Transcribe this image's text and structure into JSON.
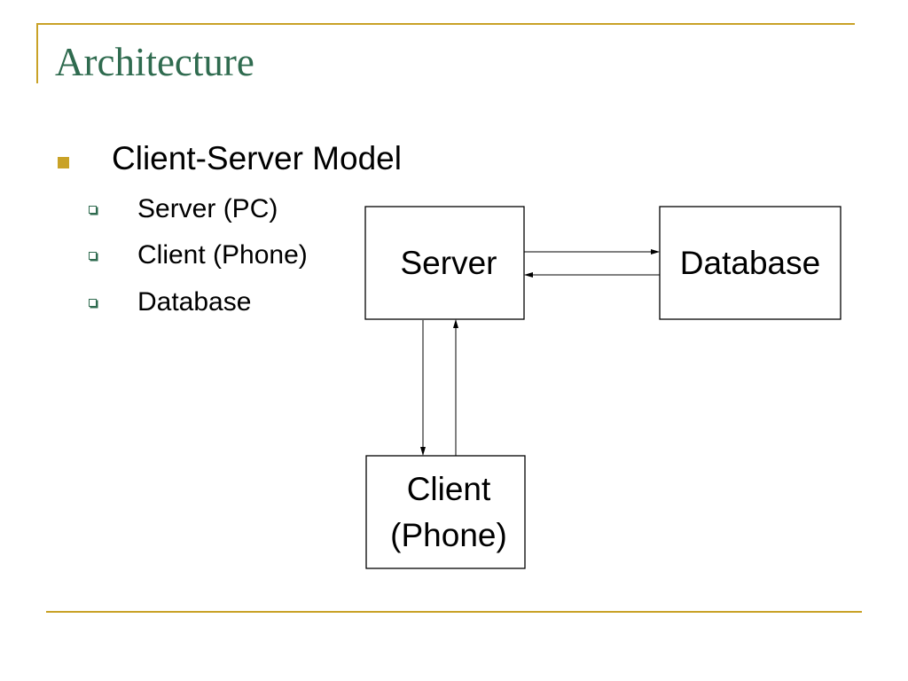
{
  "slide": {
    "title": "Architecture",
    "bullet": "Client-Server Model",
    "sub_bullets": [
      "Server (PC)",
      "Client (Phone)",
      "Database"
    ]
  },
  "diagram": {
    "nodes": {
      "server": "Server",
      "database": "Database",
      "client_line1": "Client",
      "client_line2": "(Phone)"
    },
    "edges": [
      {
        "from": "server",
        "to": "database"
      },
      {
        "from": "database",
        "to": "server"
      },
      {
        "from": "server",
        "to": "client"
      },
      {
        "from": "client",
        "to": "server"
      }
    ]
  },
  "colors": {
    "accent": "#c9a227",
    "title": "#2f6b4f"
  }
}
